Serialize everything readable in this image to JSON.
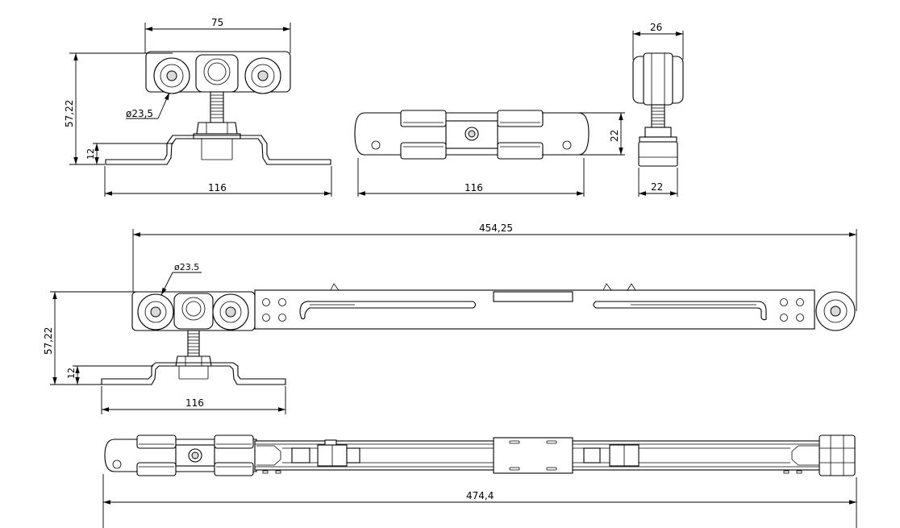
{
  "dimensions": {
    "top_view_width": "75",
    "top_view_height": "57,22",
    "top_view_wheel_dia": "ø23,5",
    "top_view_plate_height": "12",
    "top_view_plate_length": "116",
    "plan_view_length": "116",
    "plan_view_width": "22",
    "side_view_width": "26",
    "side_view_base": "22",
    "main_overall_length": "454,25",
    "main_wheel_dia": "ø23.5",
    "main_height": "57,22",
    "main_plate_height": "12",
    "main_plate_length": "116",
    "bottom_overall_length": "474,4"
  }
}
